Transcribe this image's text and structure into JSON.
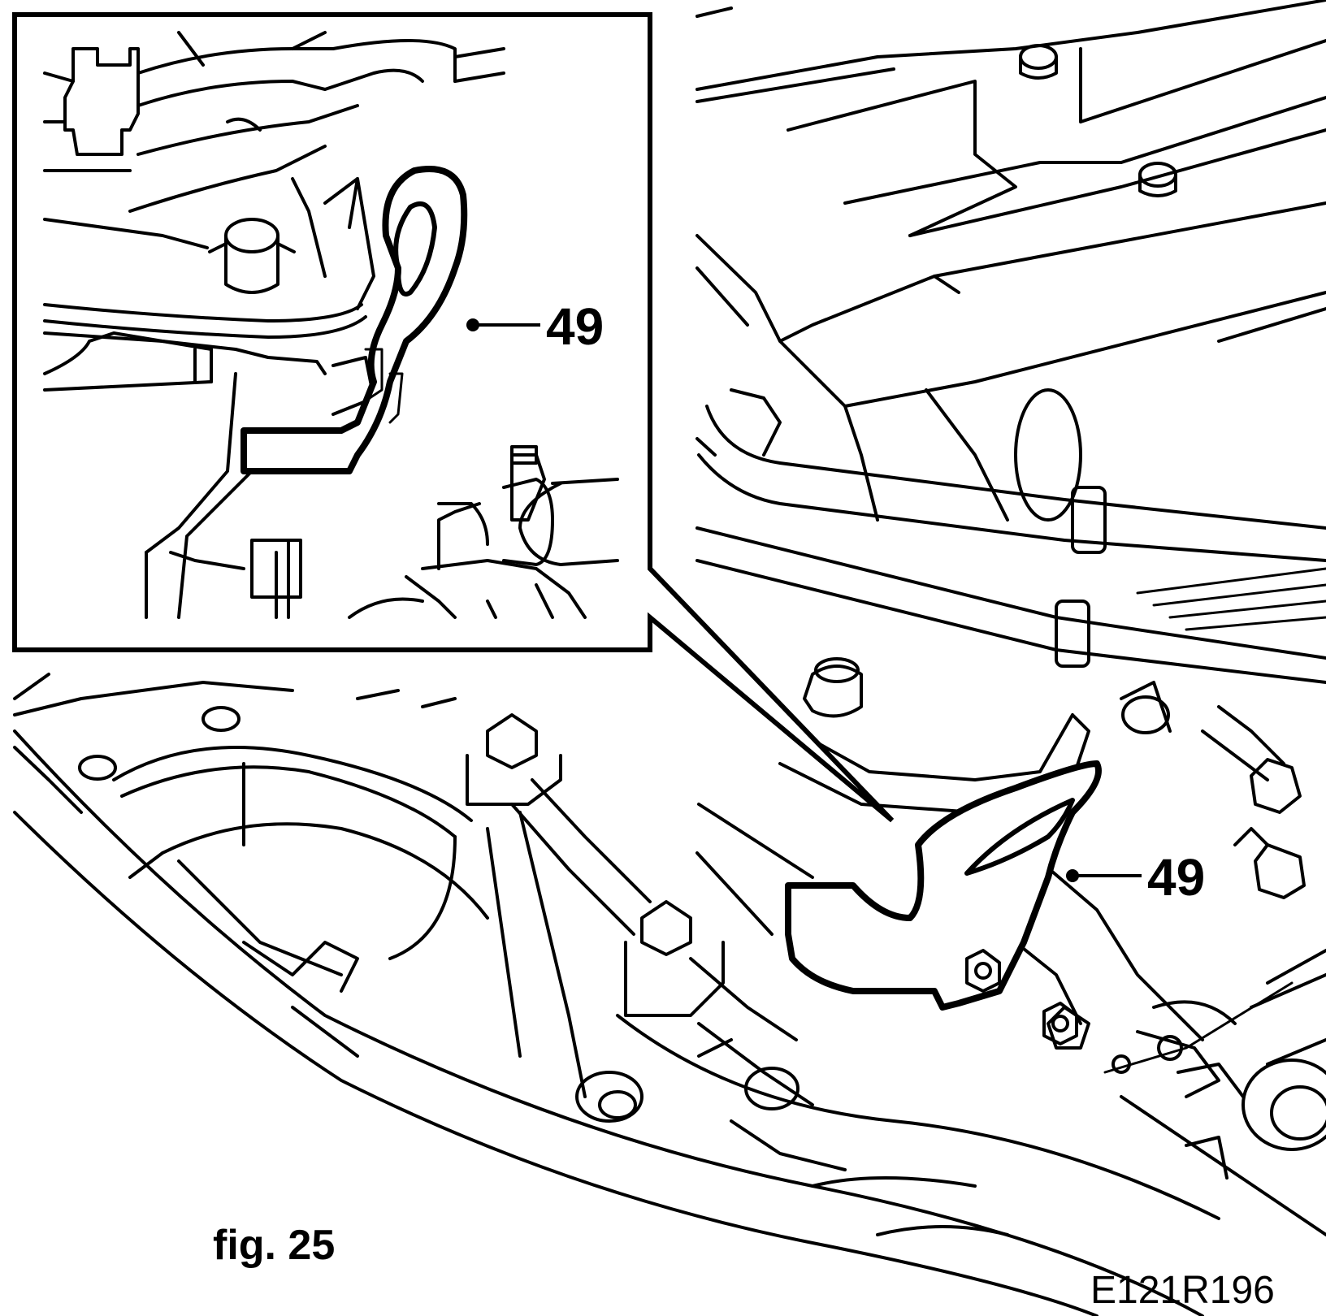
{
  "figure": {
    "label": "fig. 25",
    "reference_code": "E121R196"
  },
  "callouts": [
    {
      "id": "inset",
      "number": "49"
    },
    {
      "id": "main",
      "number": "49"
    }
  ]
}
